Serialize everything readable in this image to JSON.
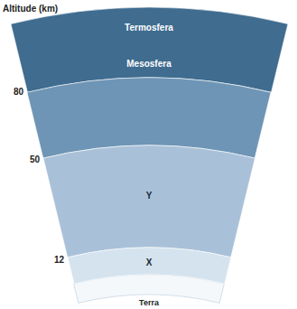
{
  "diagram": {
    "nodes": [
      {
        "text": [
          "Termosfera"
        ]
      },
      {
        "text": [
          "Mesosfera"
        ]
      },
      {
        "text": [
          "Y"
        ]
      },
      {
        "text": [
          "X"
        ]
      }
    ],
    "labels": [
      "Altitude (km)",
      "80",
      "50",
      "12",
      "Terra"
    ]
  }
}
